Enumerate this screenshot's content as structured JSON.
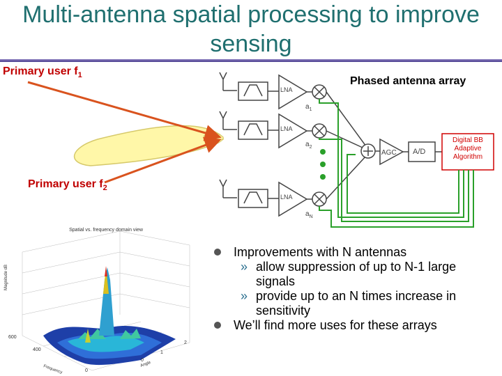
{
  "title": "Multi-antenna spatial processing to improve sensing",
  "labels": {
    "primary_user_1": "Primary user f",
    "primary_user_1_sub": "1",
    "primary_user_2": "Primary user f",
    "primary_user_2_sub": "2",
    "phased_array": "Phased antenna array"
  },
  "diagram": {
    "lna": "LNA",
    "a1": "a",
    "a1_sub": "1",
    "a2": "a",
    "a2_sub": "2",
    "aN": "a",
    "aN_sub": "N",
    "agc": "AGC",
    "ad": "A/D",
    "dsp_line1": "Digital BB",
    "dsp_line2": "Adaptive",
    "dsp_line3": "Algorithm"
  },
  "plot": {
    "title": "Spatial vs. frequency domain view",
    "zlabel": "Magnitude dB",
    "xlabel": "Frequency",
    "ylabel": "Angle",
    "ticks": [
      "0",
      "400",
      "600",
      "2",
      "1",
      "0"
    ]
  },
  "bullets": [
    {
      "text": "Improvements with N antennas",
      "subs": [
        "allow suppression of up to N-1 large signals",
        "provide up to an N times increase in sensitivity"
      ]
    },
    {
      "text": "We’ll find more uses for these arrays",
      "subs": []
    }
  ],
  "colors": {
    "title": "#1f6f6f",
    "arrow": "#d9531e",
    "beam": "#fff7a8",
    "wire": "#2aa02a",
    "dsp": "#d00000"
  }
}
